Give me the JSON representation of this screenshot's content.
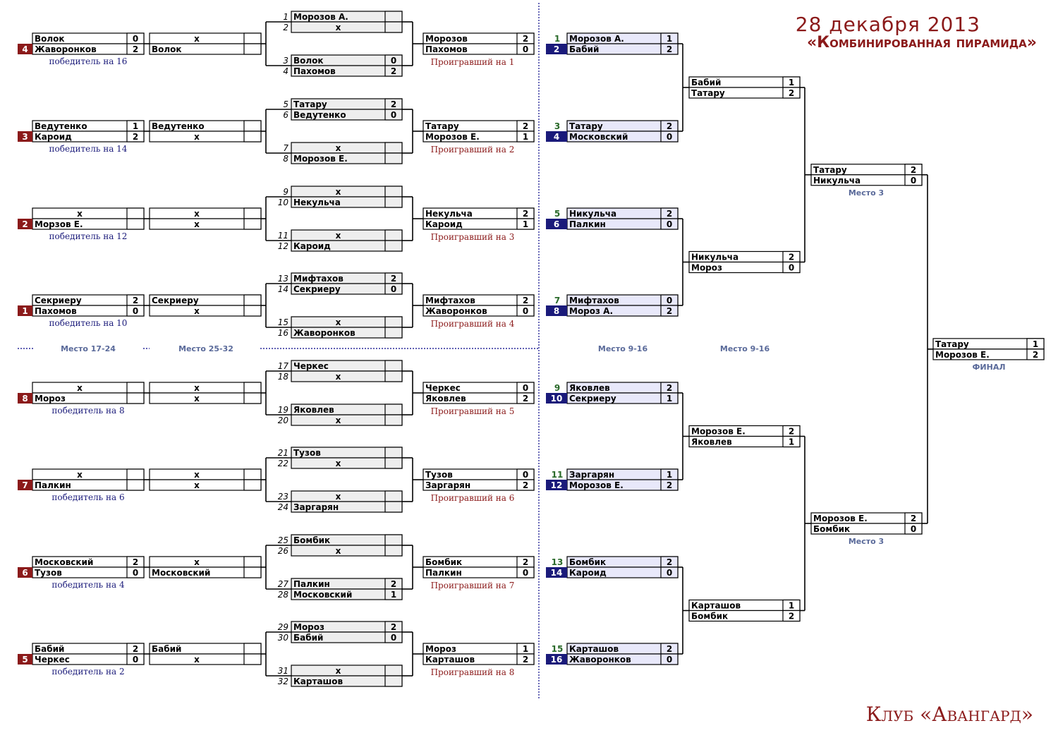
{
  "header": {
    "date": "28 декабря 2013",
    "title": "«Комбинированная пирамида»",
    "club": "Клуб «Авангард»"
  },
  "colors": {
    "dark_red": "#8b1a1a",
    "navy": "#1a1a7a",
    "num_green": "#2a6a2a",
    "light_blue": "#e8e8fa",
    "light_gray": "#eeeeee",
    "line": "#000000",
    "dotted": "#2a2a9a",
    "caption_blue": "#5a6a9a"
  },
  "section_labels": {
    "lower_17_24": "Место 17-24",
    "lower_25_32": "Место 25-32",
    "upper_9_16_a": "Место 9-16",
    "upper_9_16_b": "Место 9-16"
  },
  "col_a": [
    {
      "seed": "4",
      "top": "Волок",
      "top_score": "0",
      "bottom": "Жаворонков",
      "bottom_score": "2",
      "caption": "победитель на 16"
    },
    {
      "seed": "3",
      "top": "Ведутенко",
      "top_score": "1",
      "bottom": "Кароид",
      "bottom_score": "2",
      "caption": "победитель на 14"
    },
    {
      "seed": "2",
      "top": "х",
      "top_score": "",
      "bottom": "Морзов Е.",
      "bottom_score": "",
      "caption": "победитель на 12"
    },
    {
      "seed": "1",
      "top": "Секриеру",
      "top_score": "2",
      "bottom": "Пахомов",
      "bottom_score": "0",
      "caption": "победитель на 10"
    },
    {
      "seed": "8",
      "top": "х",
      "top_score": "",
      "bottom": "Мороз",
      "bottom_score": "",
      "caption": "победитель на 8"
    },
    {
      "seed": "7",
      "top": "х",
      "top_score": "",
      "bottom": "Палкин",
      "bottom_score": "",
      "caption": "победитель на 6"
    },
    {
      "seed": "6",
      "top": "Московский",
      "top_score": "2",
      "bottom": "Тузов",
      "bottom_score": "0",
      "caption": "победитель на 4"
    },
    {
      "seed": "5",
      "top": "Бабий",
      "top_score": "2",
      "bottom": "Черкес",
      "bottom_score": "0",
      "caption": "победитель на 2"
    }
  ],
  "col_b": [
    {
      "top": "х",
      "top_score": "",
      "bottom": "Волок",
      "bottom_score": ""
    },
    {
      "top": "Ведутенко",
      "top_score": "",
      "bottom": "х",
      "bottom_score": ""
    },
    {
      "top": "х",
      "top_score": "",
      "bottom": "х",
      "bottom_score": ""
    },
    {
      "top": "Секриеру",
      "top_score": "",
      "bottom": "х",
      "bottom_score": ""
    },
    {
      "top": "х",
      "top_score": "",
      "bottom": "х",
      "bottom_score": ""
    },
    {
      "top": "х",
      "top_score": "",
      "bottom": "х",
      "bottom_score": ""
    },
    {
      "top": "х",
      "top_score": "",
      "bottom": "Московский",
      "bottom_score": ""
    },
    {
      "top": "Бабий",
      "top_score": "",
      "bottom": "х",
      "bottom_score": ""
    }
  ],
  "col_c": [
    {
      "num": "1",
      "name": "Морозов А.",
      "score": ""
    },
    {
      "num": "2",
      "name": "х",
      "score": ""
    },
    {
      "num": "3",
      "name": "Волок",
      "score": "0"
    },
    {
      "num": "4",
      "name": "Пахомов",
      "score": "2"
    },
    {
      "num": "5",
      "name": "Татару",
      "score": "2"
    },
    {
      "num": "6",
      "name": "Ведутенко",
      "score": "0"
    },
    {
      "num": "7",
      "name": "х",
      "score": ""
    },
    {
      "num": "8",
      "name": "Морозов Е.",
      "score": ""
    },
    {
      "num": "9",
      "name": "х",
      "score": ""
    },
    {
      "num": "10",
      "name": "Некульча",
      "score": ""
    },
    {
      "num": "11",
      "name": "х",
      "score": ""
    },
    {
      "num": "12",
      "name": "Кароид",
      "score": ""
    },
    {
      "num": "13",
      "name": "Мифтахов",
      "score": "2"
    },
    {
      "num": "14",
      "name": "Секриеру",
      "score": "0"
    },
    {
      "num": "15",
      "name": "х",
      "score": ""
    },
    {
      "num": "16",
      "name": "Жаворонков",
      "score": ""
    },
    {
      "num": "17",
      "name": "Черкес",
      "score": ""
    },
    {
      "num": "18",
      "name": "х",
      "score": ""
    },
    {
      "num": "19",
      "name": "Яковлев",
      "score": ""
    },
    {
      "num": "20",
      "name": "х",
      "score": ""
    },
    {
      "num": "21",
      "name": "Тузов",
      "score": ""
    },
    {
      "num": "22",
      "name": "х",
      "score": ""
    },
    {
      "num": "23",
      "name": "х",
      "score": ""
    },
    {
      "num": "24",
      "name": "Заргарян",
      "score": ""
    },
    {
      "num": "25",
      "name": "Бомбик",
      "score": ""
    },
    {
      "num": "26",
      "name": "х",
      "score": ""
    },
    {
      "num": "27",
      "name": "Палкин",
      "score": "2"
    },
    {
      "num": "28",
      "name": "Московский",
      "score": "1"
    },
    {
      "num": "29",
      "name": "Мороз",
      "score": "2"
    },
    {
      "num": "30",
      "name": "Бабий",
      "score": "0"
    },
    {
      "num": "31",
      "name": "х",
      "score": ""
    },
    {
      "num": "32",
      "name": "Карташов",
      "score": ""
    }
  ],
  "col_d": [
    {
      "top": "Морозов",
      "top_score": "2",
      "bottom": "Пахомов",
      "bottom_score": "0",
      "caption": "Проигравший на 1"
    },
    {
      "top": "Татару",
      "top_score": "2",
      "bottom": "Морозов Е.",
      "bottom_score": "1",
      "caption": "Проигравший на 2"
    },
    {
      "top": "Некульча",
      "top_score": "2",
      "bottom": "Кароид",
      "bottom_score": "1",
      "caption": "Проигравший на 3"
    },
    {
      "top": "Мифтахов",
      "top_score": "2",
      "bottom": "Жаворонков",
      "bottom_score": "0",
      "caption": "Проигравший на 4"
    },
    {
      "top": "Черкес",
      "top_score": "0",
      "bottom": "Яковлев",
      "bottom_score": "2",
      "caption": "Проигравший на 5"
    },
    {
      "top": "Тузов",
      "top_score": "0",
      "bottom": "Заргарян",
      "bottom_score": "2",
      "caption": "Проигравший на 6"
    },
    {
      "top": "Бомбик",
      "top_score": "2",
      "bottom": "Палкин",
      "bottom_score": "0",
      "caption": "Проигравший на 7"
    },
    {
      "top": "Мороз",
      "top_score": "1",
      "bottom": "Карташов",
      "bottom_score": "2",
      "caption": "Проигравший на 8"
    }
  ],
  "col_e": [
    {
      "top_seed": "1",
      "top": "Морозов А.",
      "top_score": "1",
      "bottom_seed": "2",
      "bottom": "Бабий",
      "bottom_score": "2"
    },
    {
      "top_seed": "3",
      "top": "Татару",
      "top_score": "2",
      "bottom_seed": "4",
      "bottom": "Московский",
      "bottom_score": "0"
    },
    {
      "top_seed": "5",
      "top": "Никульча",
      "top_score": "2",
      "bottom_seed": "6",
      "bottom": "Палкин",
      "bottom_score": "0"
    },
    {
      "top_seed": "7",
      "top": "Мифтахов",
      "top_score": "0",
      "bottom_seed": "8",
      "bottom": "Мороз А.",
      "bottom_score": "2"
    },
    {
      "top_seed": "9",
      "top": "Яковлев",
      "top_score": "2",
      "bottom_seed": "10",
      "bottom": "Секриеру",
      "bottom_score": "1"
    },
    {
      "top_seed": "11",
      "top": "Заргарян",
      "top_score": "1",
      "bottom_seed": "12",
      "bottom": "Морозов Е.",
      "bottom_score": "2"
    },
    {
      "top_seed": "13",
      "top": "Бомбик",
      "top_score": "2",
      "bottom_seed": "14",
      "bottom": "Кароид",
      "bottom_score": "0"
    },
    {
      "top_seed": "15",
      "top": "Карташов",
      "top_score": "2",
      "bottom_seed": "16",
      "bottom": "Жаворонков",
      "bottom_score": "0"
    }
  ],
  "col_f": [
    {
      "top": "Бабий",
      "top_score": "1",
      "bottom": "Татару",
      "bottom_score": "2"
    },
    {
      "top": "Никульча",
      "top_score": "2",
      "bottom": "Мороз",
      "bottom_score": "0"
    },
    {
      "top": "Морозов Е.",
      "top_score": "2",
      "bottom": "Яковлев",
      "bottom_score": "1"
    },
    {
      "top": "Карташов",
      "top_score": "1",
      "bottom": "Бомбик",
      "bottom_score": "2"
    }
  ],
  "col_g": [
    {
      "top": "Татару",
      "top_score": "2",
      "bottom": "Никульча",
      "bottom_score": "0",
      "caption": "Место 3"
    },
    {
      "top": "Морозов Е.",
      "top_score": "2",
      "bottom": "Бомбик",
      "bottom_score": "0",
      "caption": "Место 3"
    }
  ],
  "final": {
    "top": "Татару",
    "top_score": "1",
    "bottom": "Морозов Е.",
    "bottom_score": "2",
    "caption": "ФИНАЛ"
  }
}
